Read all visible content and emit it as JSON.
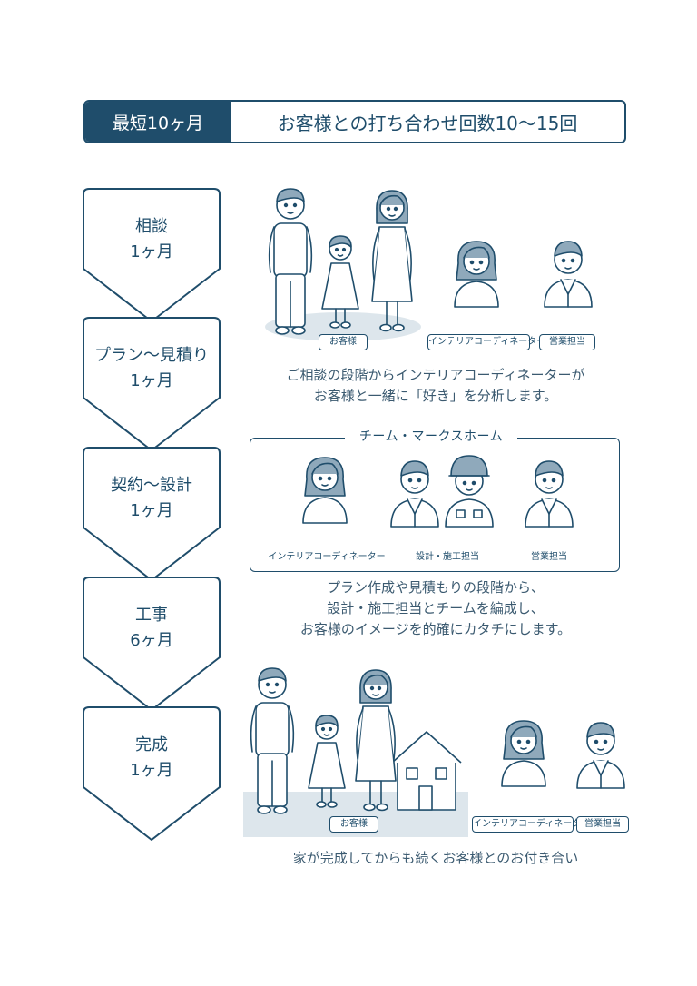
{
  "header": {
    "duration": "最短10ヶ月",
    "meetings": "お客様との打ち合わせ回数10〜15回"
  },
  "steps": [
    {
      "name": "相談",
      "duration": "1ヶ月"
    },
    {
      "name": "プラン〜見積り",
      "duration": "1ヶ月"
    },
    {
      "name": "契約〜設計",
      "duration": "1ヶ月"
    },
    {
      "name": "工事",
      "duration": "6ヶ月"
    },
    {
      "name": "完成",
      "duration": "1ヶ月"
    }
  ],
  "section1": {
    "tags": [
      "お客様",
      "インテリアコーディネーター",
      "営業担当"
    ],
    "caption": [
      "ご相談の段階からインテリアコーディネーターが",
      "お客様と一緒に「好き」を分析します。"
    ]
  },
  "section2": {
    "team_title": "チーム・マークスホーム",
    "labels": [
      "インテリアコーディネーター",
      "設計・施工担当",
      "営業担当"
    ],
    "caption": [
      "プラン作成や見積もりの段階から、",
      "設計・施工担当とチームを編成し、",
      "お客様のイメージを的確にカタチにします。"
    ]
  },
  "section3": {
    "tags": [
      "お客様",
      "インテリアコーディネーター",
      "営業担当"
    ],
    "caption": "家が完成してからも続くお客様とのお付き合い"
  },
  "colors": {
    "primary": "#1f4d6b",
    "light_fill": "#dde6ec"
  }
}
